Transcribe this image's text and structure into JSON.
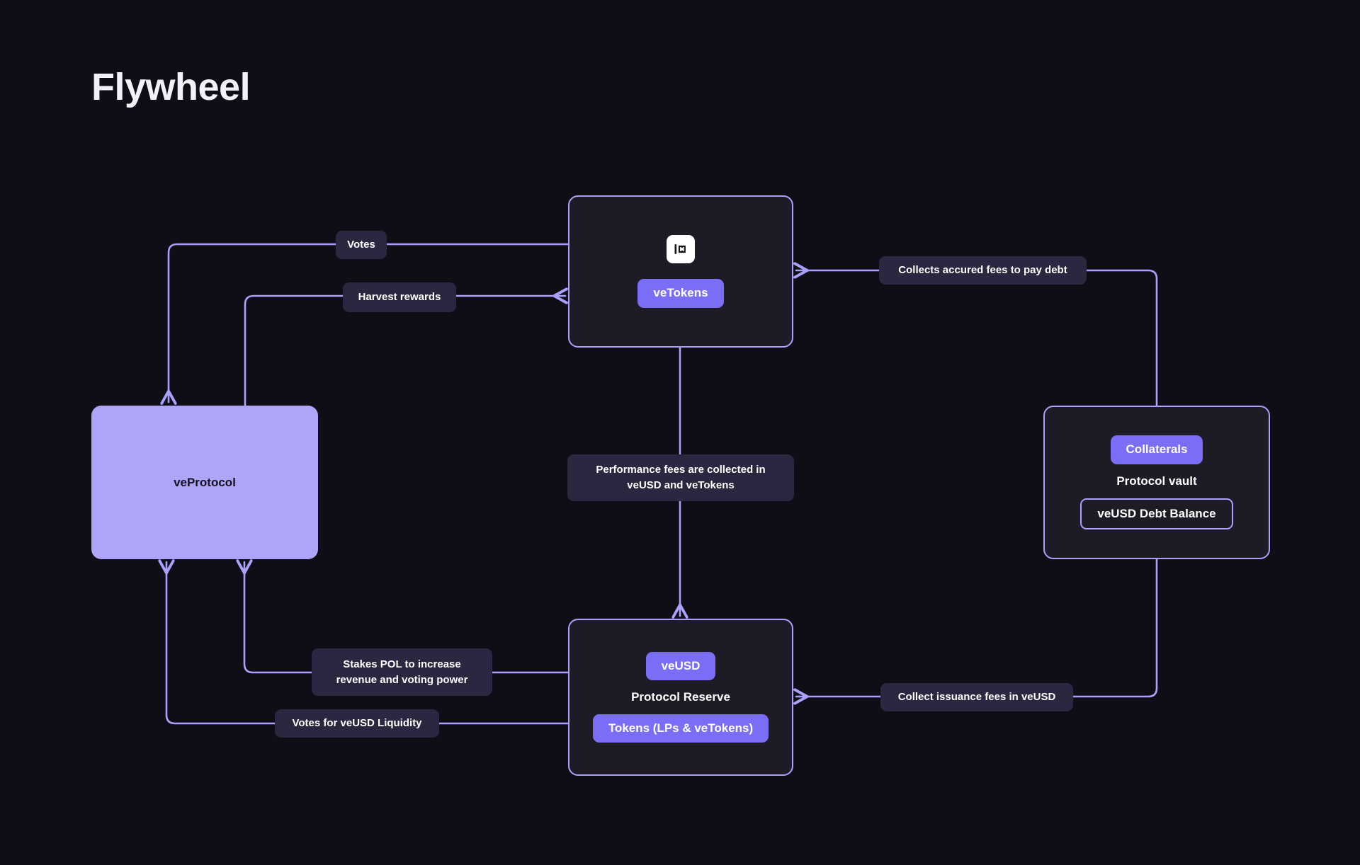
{
  "page": {
    "title": "Flywheel",
    "background_color": "#0f0d16",
    "accent_color": "#7b6ef6",
    "edge_color": "#a9a1fb",
    "card_fill_color": "#1e1b26",
    "label_fill_color": "#2a2740"
  },
  "nodes": {
    "vetokens": {
      "logo_icon": "brand-logo-icon",
      "badge": "veTokens"
    },
    "veprotocol": {
      "title": "veProtocol"
    },
    "vault": {
      "badge_top": "Collaterals",
      "title": "Protocol vault",
      "badge_bottom": "veUSD Debt Balance"
    },
    "reserve": {
      "badge_top": "veUSD",
      "title": "Protocol Reserve",
      "badge_bottom": "Tokens (LPs & veTokens)"
    }
  },
  "edge_labels": {
    "votes": "Votes",
    "harvest_rewards": "Harvest rewards",
    "collects_accured_fees": "Collects accured fees to pay debt",
    "performance_fees_line1": "Performance fees are collected in",
    "performance_fees_line2": "veUSD and veTokens",
    "stakes_pol_line1": "Stakes POL to increase",
    "stakes_pol_line2": "revenue and voting power",
    "votes_for_veusd_liquidity": "Votes for veUSD Liquidity",
    "collect_issuance_fees": "Collect issuance fees in veUSD"
  }
}
